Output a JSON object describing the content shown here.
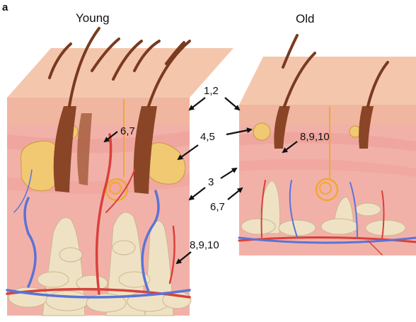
{
  "figure": {
    "panel_label": "a",
    "titles": {
      "young": "Young",
      "old": "Old"
    },
    "annotations": {
      "epidermis": "1,2",
      "glands_young": "6,7",
      "glands_mid": "4,5",
      "dermis_old": "8,9,10",
      "layer_mid": "3",
      "vessels_mid": "6,7",
      "subcutis_young": "8,9,10"
    }
  },
  "colors": {
    "epidermis_top": "#f4c7ad",
    "epidermis": "#f0b69f",
    "dermis": "#f2b1a8",
    "dermis_band": "#ed9f98",
    "fat": "#efe2c4",
    "fat_stroke": "#cbb68d",
    "hair": "#7a3a20",
    "gland": "#f1c972",
    "sweat": "#f0a830",
    "artery": "#d9403a",
    "vein": "#5b73d6"
  }
}
